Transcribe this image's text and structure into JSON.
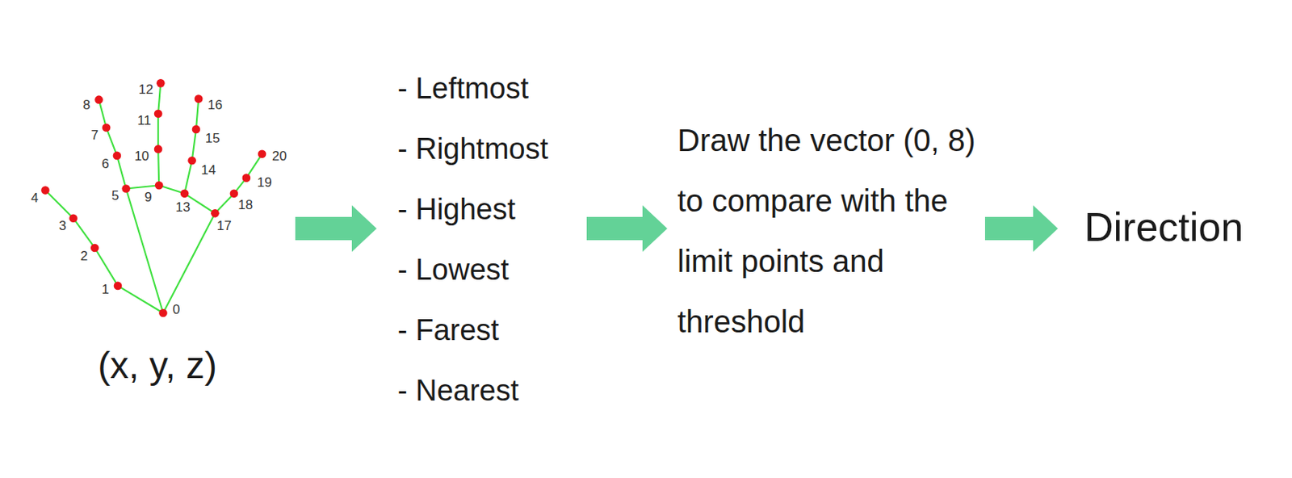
{
  "diagram": {
    "nodes": [
      {
        "text": [
          "(x, y, z)"
        ]
      },
      {
        "text": [
          "- Leftmost",
          "- Rightmost",
          "- Highest",
          "- Lowest",
          "- Farest",
          "- Nearest"
        ]
      },
      {
        "text": [
          "Draw the vector (0, 8) to compare with the limit points and threshold"
        ]
      },
      {
        "text": [
          "Direction"
        ]
      }
    ],
    "edges": [
      {
        "from": 0,
        "to": 1,
        "arrow": "to"
      },
      {
        "from": 1,
        "to": 2,
        "arrow": "to"
      },
      {
        "from": 2,
        "to": 3,
        "arrow": "to"
      }
    ],
    "labels": [
      "0",
      "1",
      "2",
      "3",
      "4",
      "5",
      "6",
      "7",
      "8",
      "9",
      "10",
      "11",
      "12",
      "13",
      "14",
      "15",
      "16",
      "17",
      "18",
      "19",
      "20"
    ]
  }
}
